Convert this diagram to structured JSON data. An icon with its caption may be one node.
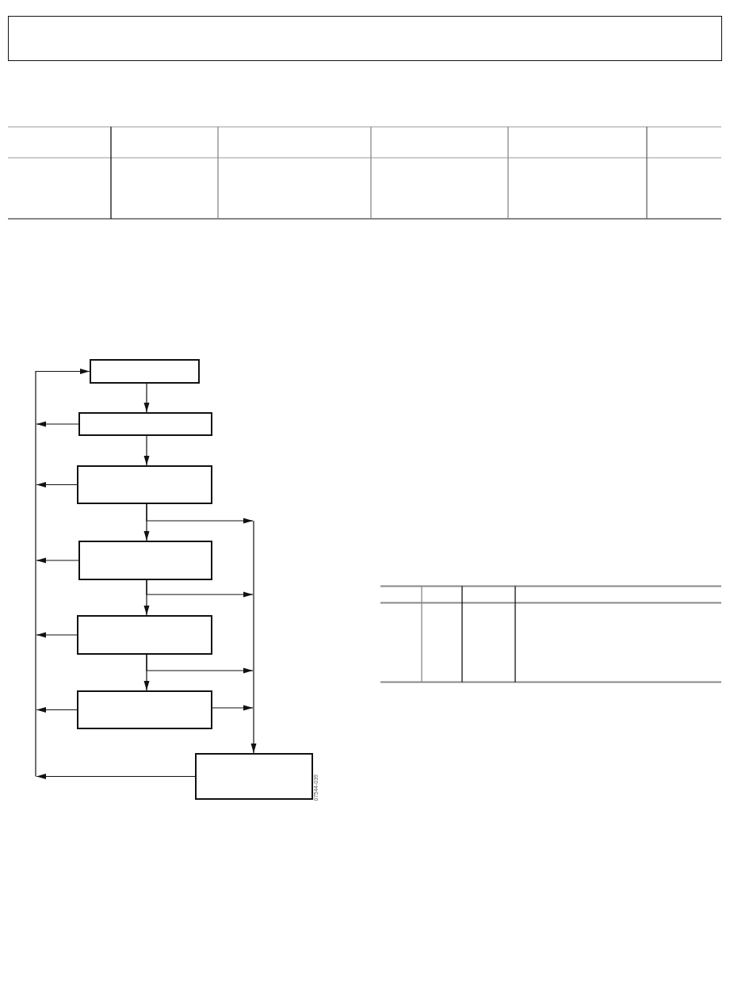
{
  "diagram": {
    "nodes": [
      {
        "text": [],
        "shape": "box"
      },
      {
        "text": [],
        "shape": "box"
      },
      {
        "text": [],
        "shape": "box"
      },
      {
        "text": [],
        "shape": "box"
      },
      {
        "text": [],
        "shape": "box"
      },
      {
        "text": [],
        "shape": "box"
      },
      {
        "text": [],
        "shape": "box"
      }
    ],
    "edges": [
      {
        "from": 0,
        "to": 1,
        "arrow": "to"
      },
      {
        "from": 1,
        "to": 2,
        "arrow": "to"
      },
      {
        "from": 2,
        "to": 3,
        "arrow": "to"
      },
      {
        "from": 3,
        "to": 4,
        "arrow": "to"
      },
      {
        "from": 4,
        "to": 5,
        "arrow": "to"
      },
      {
        "from": 1,
        "to": 0,
        "arrow": "to"
      },
      {
        "from": 2,
        "to": 0,
        "arrow": "to"
      },
      {
        "from": 3,
        "to": 0,
        "arrow": "to"
      },
      {
        "from": 4,
        "to": 0,
        "arrow": "to"
      },
      {
        "from": 5,
        "to": 0,
        "arrow": "to"
      },
      {
        "from": 6,
        "to": 0,
        "arrow": "to"
      },
      {
        "from": 2,
        "to": 6,
        "arrow": "to"
      },
      {
        "from": 3,
        "to": 6,
        "arrow": "to"
      },
      {
        "from": 4,
        "to": 6,
        "arrow": "to"
      },
      {
        "from": 5,
        "to": 6,
        "arrow": "to"
      }
    ],
    "labels": [
      "07544-039"
    ]
  }
}
